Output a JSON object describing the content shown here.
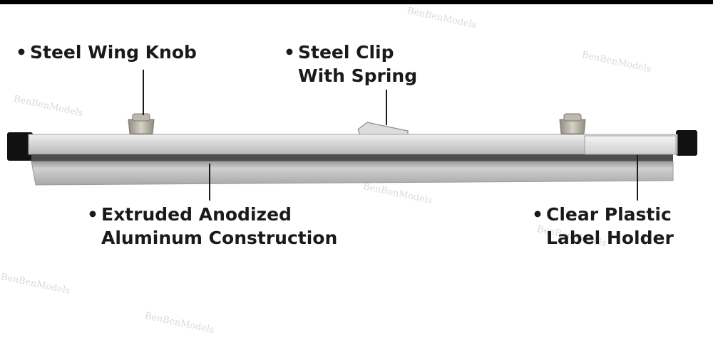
{
  "watermark": "BenBenModels",
  "callouts": {
    "knob": {
      "bullet": "•",
      "line1": "Steel Wing Knob",
      "line2": ""
    },
    "clip": {
      "bullet": "•",
      "line1": "Steel Clip",
      "line2": "With Spring"
    },
    "extrusion": {
      "bullet": "•",
      "line1": "Extruded Anodized",
      "line2": "Aluminum Construction"
    },
    "label_holder": {
      "bullet": "•",
      "line1": "Clear Plastic",
      "line2": "Label Holder"
    }
  },
  "colors": {
    "background": "#ffffff",
    "text": "#1a1a1a",
    "aluminum": "#c8c8c8",
    "end_cap": "#111111"
  }
}
